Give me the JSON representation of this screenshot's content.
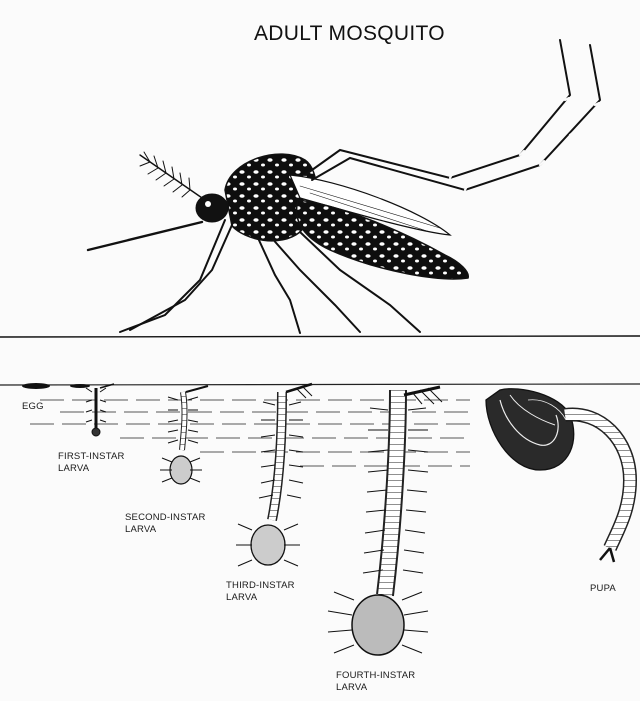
{
  "title": "ADULT MOSQUITO",
  "stages": {
    "egg": "EGG",
    "first_instar": [
      "FIRST-INSTAR",
      "LARVA"
    ],
    "second_instar": [
      "SECOND-INSTAR",
      "LARVA"
    ],
    "third_instar": [
      "THIRD-INSTAR",
      "LARVA"
    ],
    "fourth_instar": [
      "FOURTH-INSTAR",
      "LARVA"
    ],
    "pupa": "PUPA"
  },
  "colors": {
    "ink": "#111111",
    "background": "#fbfbfb"
  }
}
